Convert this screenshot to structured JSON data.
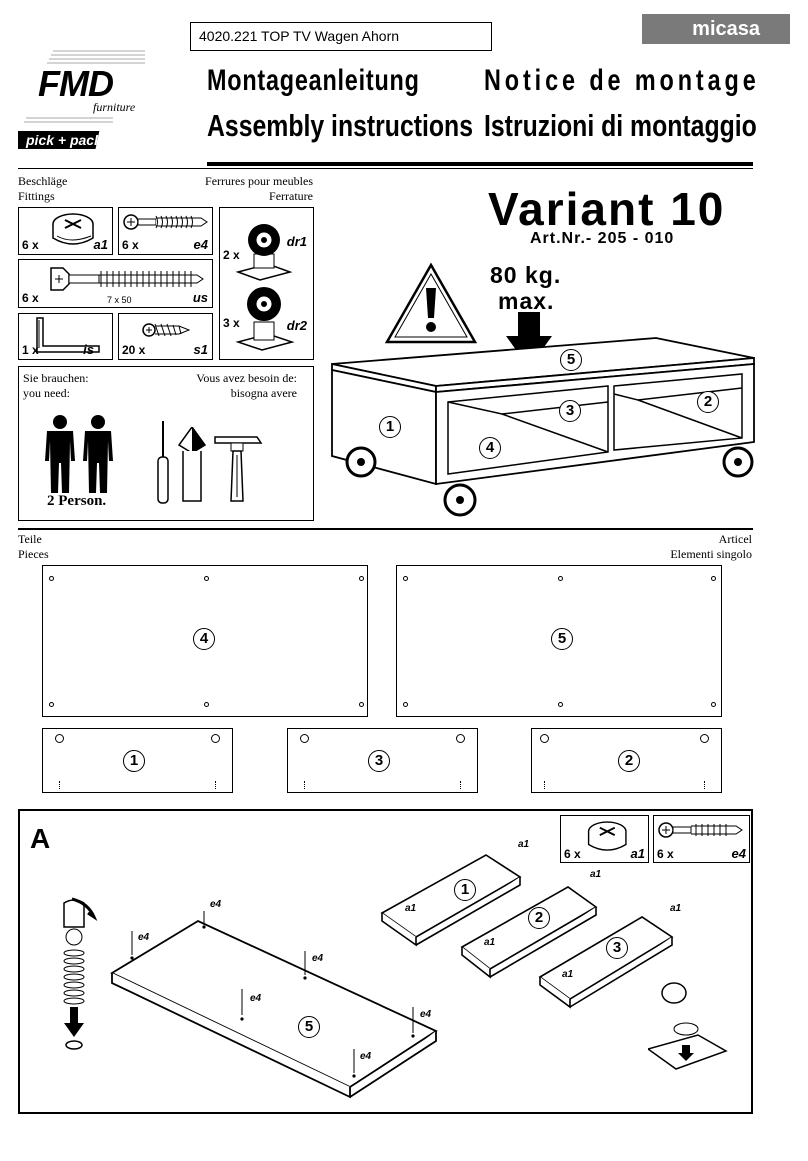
{
  "header": {
    "product": "4020.221 TOP TV Wagen Ahorn",
    "brand": "micasa",
    "logo": {
      "name": "FMD",
      "sub": "furniture",
      "tag": "pick + pack"
    },
    "titles": {
      "de": "Montageanleitung",
      "fr": "Notice de montage",
      "en": "Assembly instructions",
      "it": "Istruzioni di montaggio"
    }
  },
  "fittings": {
    "label_de": "Beschläge",
    "label_en": "Fittings",
    "label_fr": "Ferrures pour meubles",
    "label_it": "Ferrature",
    "items": [
      {
        "qty": "6 x",
        "code": "a1"
      },
      {
        "qty": "6 x",
        "code": "e4"
      },
      {
        "qty": "6 x",
        "code": "us",
        "size": "7 x 50"
      },
      {
        "qty": "1 x",
        "code": "is"
      },
      {
        "qty": "20 x",
        "code": "s1"
      },
      {
        "qty": "2 x",
        "code": "dr1"
      },
      {
        "qty": "3 x",
        "code": "dr2"
      }
    ]
  },
  "needs": {
    "de": "Sie brauchen:",
    "en": "you need:",
    "fr": "Vous avez besoin de:",
    "it": "bisogna avere",
    "persons": "2 Person."
  },
  "variant": {
    "title": "Variant 10",
    "art": "Art.Nr.- 205 - 010",
    "load": "80 kg.",
    "max": "max."
  },
  "parts": {
    "de": "Teile",
    "en": "Pieces",
    "fr": "Articel",
    "it": "Elementi singolo",
    "numbers": [
      "1",
      "2",
      "3",
      "4",
      "5"
    ]
  },
  "step_a": {
    "label": "A",
    "legend": [
      {
        "qty": "6 x",
        "code": "a1"
      },
      {
        "qty": "6 x",
        "code": "e4"
      }
    ],
    "code_a1": "a1",
    "code_e4": "e4"
  },
  "colors": {
    "brand_bar": "#7a7a7a",
    "ink": "#000000"
  },
  "icons": [
    "warning-icon",
    "arrow-down-icon",
    "person-icon",
    "screwdriver-icon",
    "awl-icon",
    "hammer-icon",
    "cam-lock-icon",
    "screw-icon",
    "caster-icon",
    "allen-key-icon"
  ]
}
